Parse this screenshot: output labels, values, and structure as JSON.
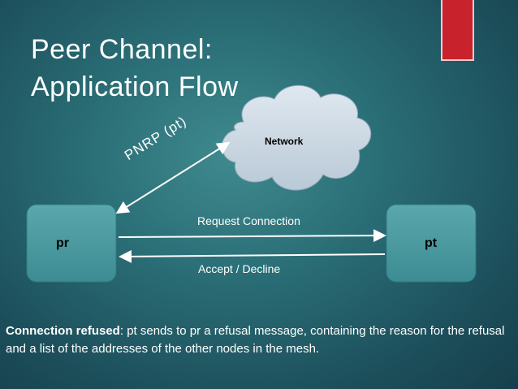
{
  "slide": {
    "title_line1": "Peer Channel:",
    "title_line2": "Application Flow"
  },
  "diagram": {
    "cloud_label": "Network",
    "left_node": "pr",
    "right_node": "pt",
    "pnrp_label": "PNRP (pt)",
    "request_label": "Request Connection",
    "accept_label": "Accept / Decline"
  },
  "caption": {
    "bold": "Connection refused",
    "text": ": pt sends to pr a refusal message, containing the reason for the refusal and a list of the addresses of the other nodes in the mesh."
  },
  "colors": {
    "accent_red": "#c8232c",
    "node_fill": "#4a9aa0",
    "cloud_fill": "#c9d7e3"
  }
}
